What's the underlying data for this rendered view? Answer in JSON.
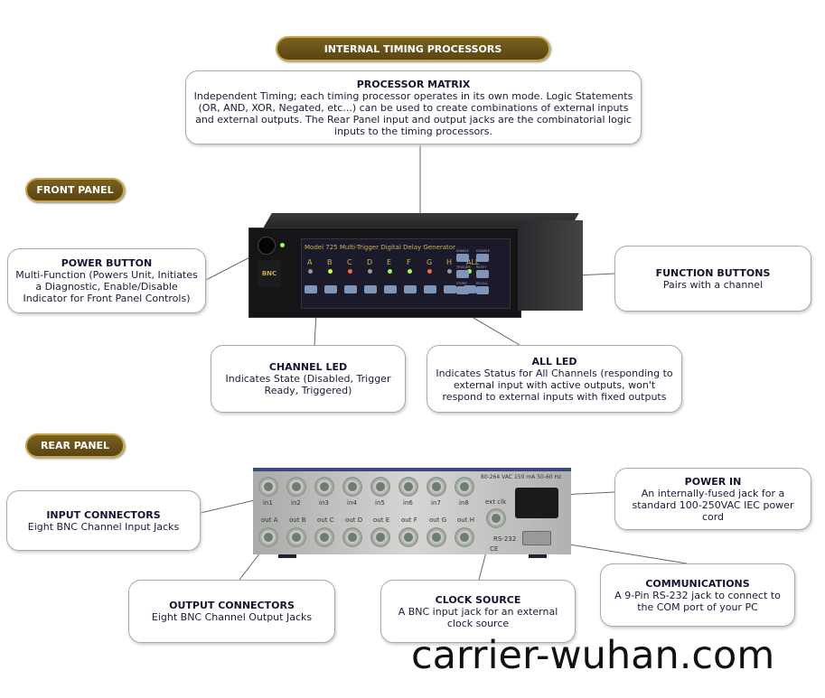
{
  "labels": {
    "internal": "INTERNAL TIMING PROCESSORS",
    "front": "FRONT PANEL",
    "rear": "REAR PANEL"
  },
  "boxes": {
    "matrix": {
      "title": "PROCESSOR MATRIX",
      "text": "Independent Timing; each timing processor operates in its own mode. Logic Statements (OR, AND, XOR, Negated, etc...) can be used to create combinations of external inputs and external outputs. The Rear Panel input and output jacks are the combinatorial logic inputs to the timing processors."
    },
    "power_button": {
      "title": "POWER BUTTON",
      "text": "Multi-Function (Powers Unit, Initiates a Diagnostic, Enable/Disable Indicator for Front Panel Controls)"
    },
    "function_buttons": {
      "title": "FUNCTION BUTTONS",
      "text": "Pairs with a channel"
    },
    "channel_led": {
      "title": "CHANNEL LED",
      "text": "Indicates State  (Disabled, Trigger Ready, Triggered)"
    },
    "all_led": {
      "title": "ALL  LED",
      "text": "Indicates Status for All Channels (responding to external input with active outputs, won't respond to external inputs with fixed outputs"
    },
    "input_connectors": {
      "title": "INPUT CONNECTORS",
      "text": "Eight BNC Channel Input Jacks"
    },
    "power_in": {
      "title": "POWER IN",
      "text": "An internally-fused jack for a standard 100-250VAC IEC power cord"
    },
    "output_connectors": {
      "title": "OUTPUT CONNECTORS",
      "text": "Eight BNC Channel Output Jacks"
    },
    "clock_source": {
      "title": "CLOCK SOURCE",
      "text": "A BNC input jack for an external clock source"
    },
    "communications": {
      "title": "COMMUNICATIONS",
      "text": "A 9-Pin RS-232 jack to connect to the COM port of your PC"
    }
  },
  "front_device": {
    "display": "Model 725 Multi-Trigger Digital Delay Generator",
    "logo": "BNC",
    "channels": [
      "A",
      "B",
      "C",
      "D",
      "E",
      "F",
      "G",
      "H",
      "ALL"
    ],
    "buttons": [
      "ENABLE",
      "DISABLE",
      "TRIGGER",
      "RESET",
      "STORE",
      "RECALL"
    ]
  },
  "rear_device": {
    "inputs": [
      "in1",
      "in2",
      "in3",
      "in4",
      "in5",
      "in6",
      "in7",
      "in8"
    ],
    "outputs": [
      "out A",
      "out B",
      "out C",
      "out D",
      "out E",
      "out F",
      "out G",
      "out H"
    ],
    "power_rating": "80-264 VAC  150 mA  50-60 Hz",
    "ext_clk": "ext clk",
    "rs232": "RS-232",
    "ce": "CE"
  },
  "watermark": "carrier-wuhan.com"
}
